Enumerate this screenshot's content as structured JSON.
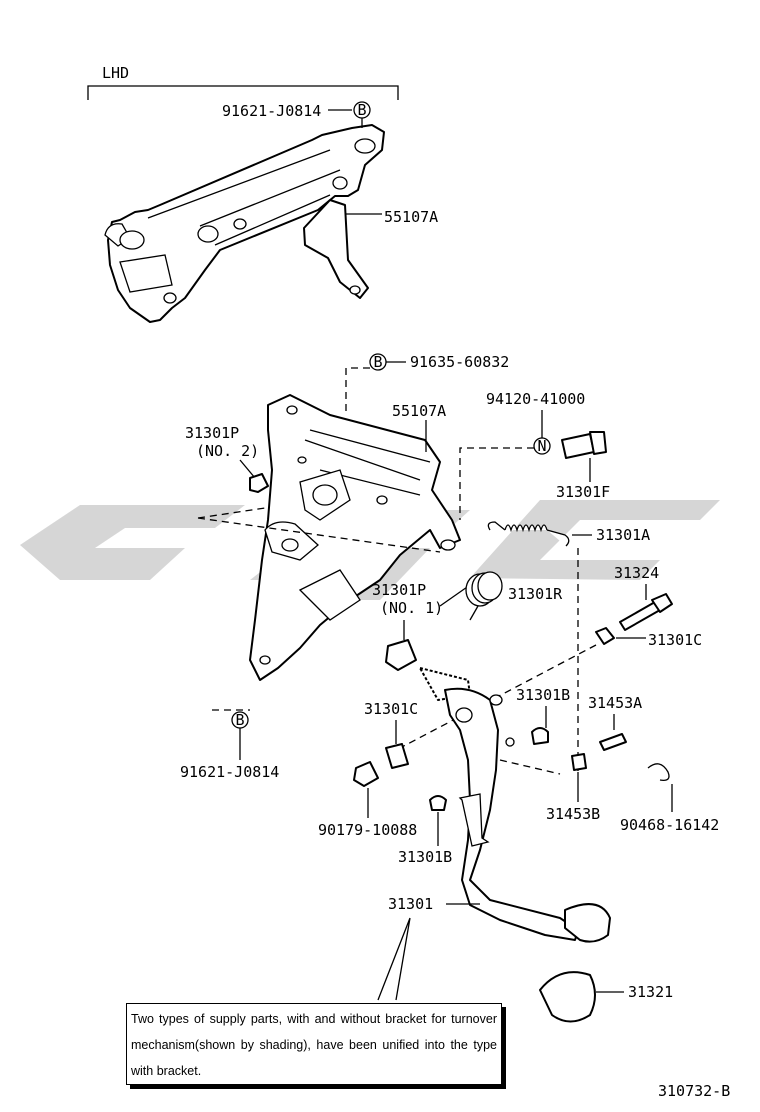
{
  "diagram": {
    "section_label": "LHD",
    "parts": {
      "p91621_top": "91621-J0814",
      "p55107A_top": "55107A",
      "p91635": "91635-60832",
      "p55107A_mid": "55107A",
      "p94120": "94120-41000",
      "p31301P_no2": "31301P",
      "p31301P_no2_sub": "(NO. 2)",
      "p31301F": "31301F",
      "p31301A": "31301A",
      "p31324": "31324",
      "p31301P_no1": "31301P",
      "p31301P_no1_sub": "(NO. 1)",
      "p31301R": "31301R",
      "p31301C_right": "31301C",
      "p31301B_upper": "31301B",
      "p31453A": "31453A",
      "p31301C_left": "31301C",
      "p91621_bottom": "91621-J0814",
      "p90179": "90179-10088",
      "p31453B": "31453B",
      "p90468": "90468-16142",
      "p31301B_lower": "31301B",
      "p31301": "31301",
      "p31321": "31321"
    },
    "callout_letters": {
      "b": "B",
      "n": "N"
    },
    "note_text": "Two types of supply parts, with and without bracket for turnover mechanism(shown by shading), have been unified into the type with bracket.",
    "figure_code": "310732-B"
  }
}
